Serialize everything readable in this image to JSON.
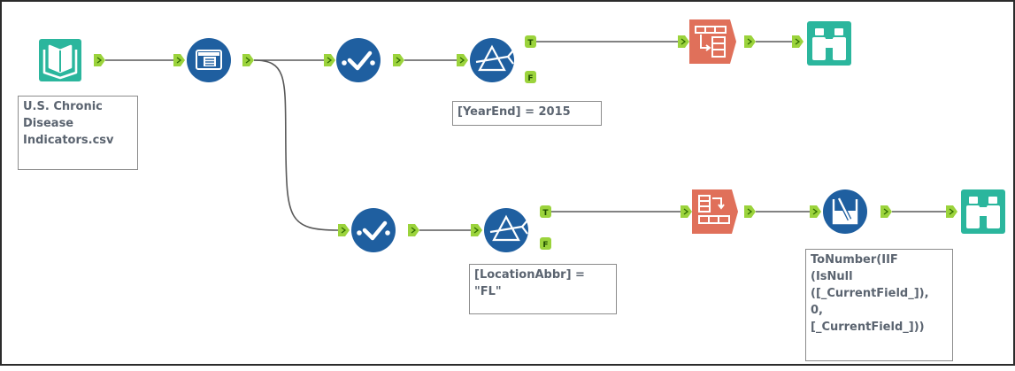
{
  "canvas": {
    "background": "#ffffff",
    "connection_color": "#595959",
    "anchor_color": "#9bd33c",
    "colors": {
      "input_teal": "#2bb69d",
      "prep_blue": "#1f5fa0",
      "transform_orange": "#e0705a",
      "browse_green": "#2bb69d"
    }
  },
  "tools": [
    {
      "id": "input",
      "type": "Input Data",
      "icon": "book-icon"
    },
    {
      "id": "select",
      "type": "Select",
      "icon": "select-list-icon"
    },
    {
      "id": "sample1",
      "type": "Sample",
      "icon": "checkmark-icon"
    },
    {
      "id": "filter1",
      "type": "Filter",
      "icon": "filter-prism-icon"
    },
    {
      "id": "crosstab",
      "type": "Cross Tab",
      "icon": "crosstab-icon"
    },
    {
      "id": "browse1",
      "type": "Browse",
      "icon": "binoculars-icon"
    },
    {
      "id": "sample2",
      "type": "Sample",
      "icon": "checkmark-icon"
    },
    {
      "id": "filter2",
      "type": "Filter",
      "icon": "filter-prism-icon"
    },
    {
      "id": "transpose",
      "type": "Transpose",
      "icon": "transpose-icon"
    },
    {
      "id": "multifield",
      "type": "Multi-Field Formula",
      "icon": "beaker-icon"
    },
    {
      "id": "browse2",
      "type": "Browse",
      "icon": "binoculars-icon"
    }
  ],
  "annotations": {
    "input_file": "U.S. Chronic\nDisease\nIndicators.csv",
    "filter1_expr": "[YearEnd] = 2015",
    "filter2_expr": "[LocationAbbr] =\n\"FL\"",
    "formula_expr": "ToNumber(IIF\n(IsNull\n([_CurrentField_]),\n0,\n[_CurrentField_]))"
  },
  "anchors": {
    "true_label": "T",
    "false_label": "F"
  }
}
